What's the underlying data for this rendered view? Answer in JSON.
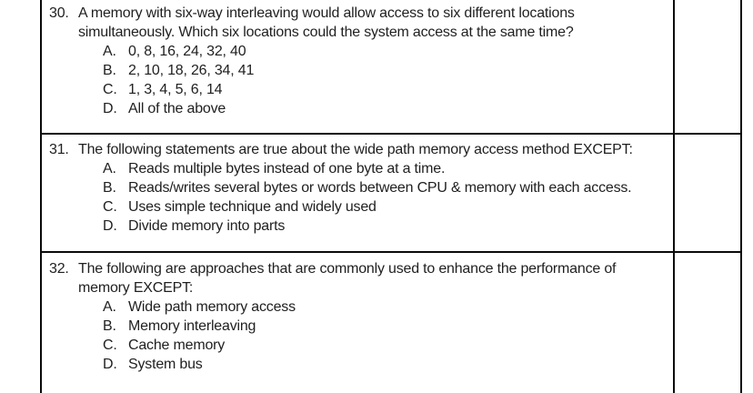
{
  "colors": {
    "background": "#ffffff",
    "text": "#1f1f1f",
    "border": "#0a0a0a"
  },
  "questions": [
    {
      "number": "30.",
      "lines": [
        "A memory with six-way interleaving would allow access to six different locations",
        "simultaneously. Which six locations could the system access at the same time?"
      ],
      "options": [
        {
          "letter": "A.",
          "text": "0, 8, 16, 24, 32, 40"
        },
        {
          "letter": "B.",
          "text": "2, 10, 18, 26, 34, 41"
        },
        {
          "letter": "C.",
          "text": "1, 3, 4, 5, 6, 14"
        },
        {
          "letter": "D.",
          "text": "All of the above"
        }
      ]
    },
    {
      "number": "31.",
      "lines": [
        "The following statements are true about the wide path memory access method EXCEPT:"
      ],
      "options": [
        {
          "letter": "A.",
          "text": "Reads multiple bytes instead of one byte at a time."
        },
        {
          "letter": "B.",
          "text": "Reads/writes several bytes or words between CPU & memory with each access."
        },
        {
          "letter": "C.",
          "text": "Uses simple technique and widely used"
        },
        {
          "letter": "D.",
          "text": "Divide memory into parts"
        }
      ]
    },
    {
      "number": "32.",
      "lines": [
        "The following are approaches that are commonly used to enhance the performance of",
        "memory EXCEPT:"
      ],
      "options": [
        {
          "letter": "A.",
          "text": "Wide path memory access"
        },
        {
          "letter": "B.",
          "text": "Memory interleaving"
        },
        {
          "letter": "C.",
          "text": "Cache memory"
        },
        {
          "letter": "D.",
          "text": "System bus"
        }
      ]
    }
  ]
}
